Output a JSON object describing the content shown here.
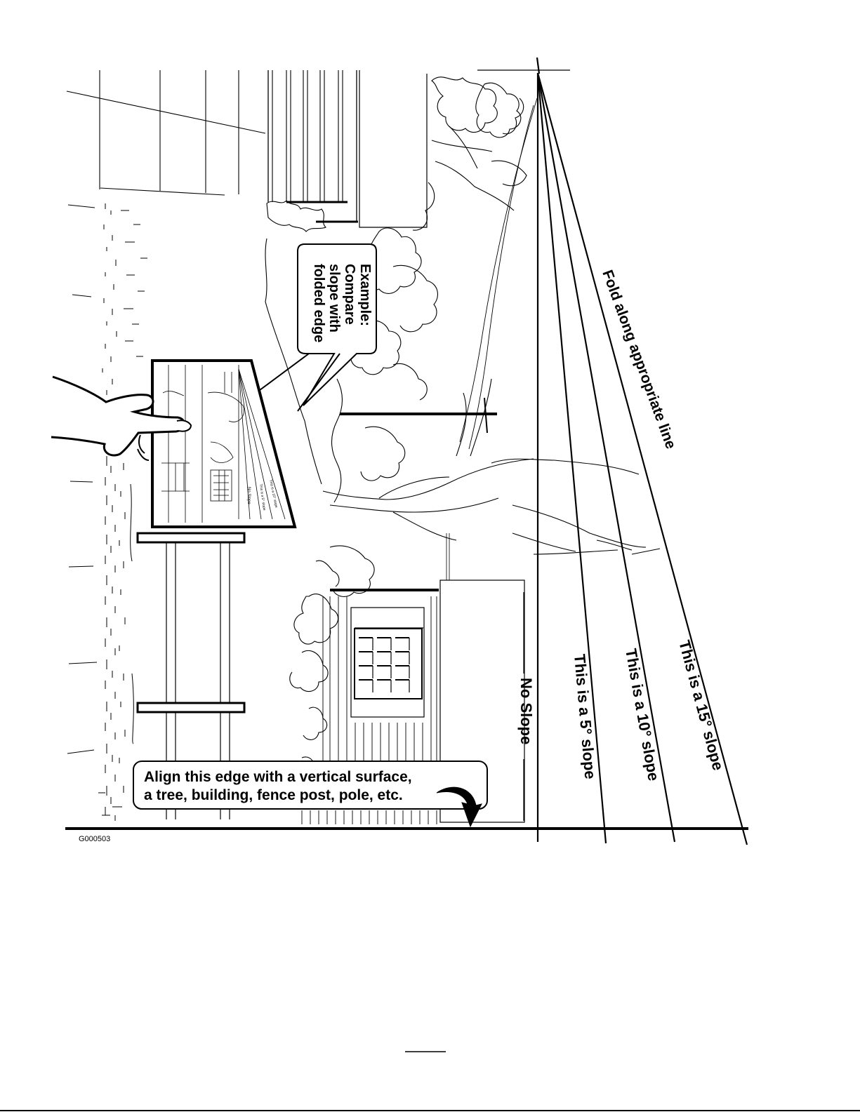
{
  "diagram": {
    "figure_id": "G000503",
    "callouts": {
      "example_line1": "Example:",
      "example_line2": "Compare",
      "example_line3": "slope with",
      "example_line4": "folded edge",
      "align_line1": "Align this edge with a vertical surface,",
      "align_line2": "a tree, building, fence post, pole, etc."
    },
    "slope_labels": {
      "fold": "Fold along appropriate line",
      "no_slope": "No Slope",
      "five": "This is a 5° slope",
      "ten": "This is a 10° slope",
      "fifteen": "This is a 15° slope"
    },
    "inset_labels": {
      "no_slope": "No Slope",
      "five": "This is a 5° slope",
      "ten": "This is a 10° slope",
      "fifteen": "This is a 15° slope"
    },
    "slope_angles_deg": [
      0,
      5,
      10,
      15
    ]
  }
}
